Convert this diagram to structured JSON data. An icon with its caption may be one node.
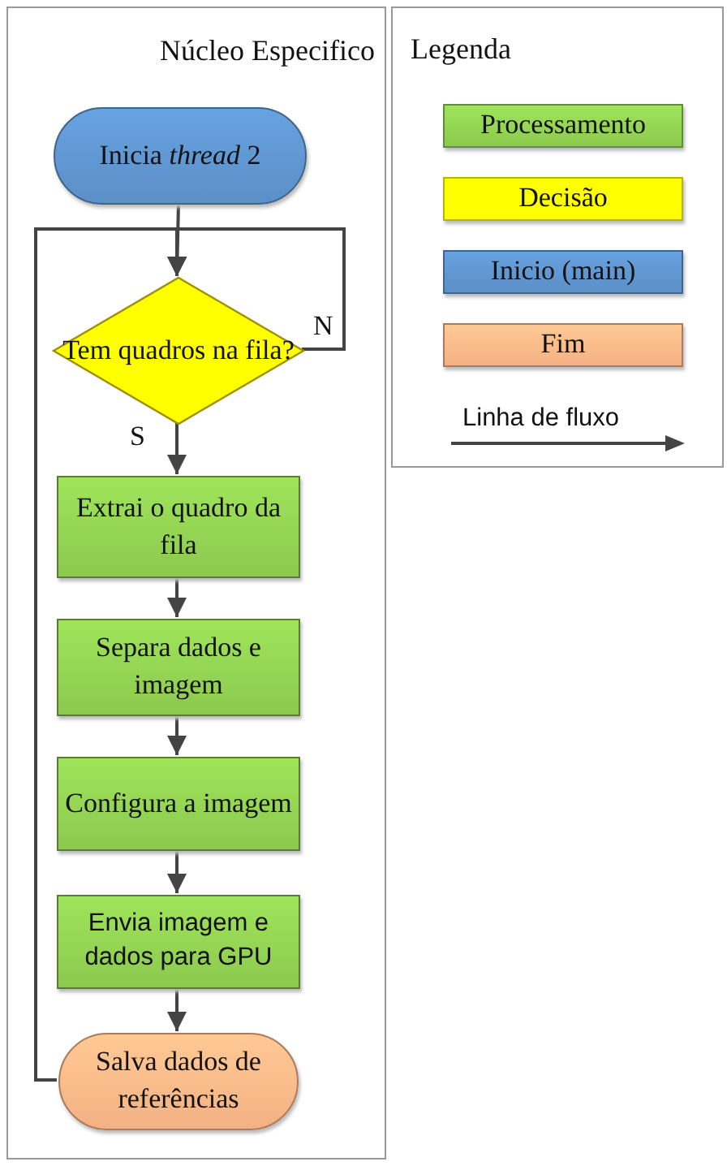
{
  "diagram": {
    "nodes": [
      {
        "text": [
          "Núcleo Especifico"
        ]
      },
      {
        "text": [
          "Inicia *thread* 2"
        ],
        "in": 0
      },
      {
        "text": [
          "Tem quadros na fila?"
        ],
        "in": 0
      },
      {
        "text": [
          "Extrai o quadro da fila"
        ],
        "in": 0
      },
      {
        "text": [
          "Separa dados e imagem"
        ],
        "in": 0
      },
      {
        "text": [
          "Configura a imagem"
        ],
        "in": 0
      },
      {
        "text": [
          "Envia imagem e dados para GPU"
        ],
        "in": 0
      },
      {
        "text": [
          "Salva dados de referências"
        ],
        "in": 0
      }
    ],
    "edges": [
      {
        "from": 1,
        "to": 2,
        "arrow": "to"
      },
      {
        "from": 2,
        "to": 2,
        "arrow": "to",
        "label": "N"
      },
      {
        "from": 2,
        "to": 3,
        "arrow": "to",
        "label": "S"
      },
      {
        "from": 3,
        "to": 4,
        "arrow": "to"
      },
      {
        "from": 4,
        "to": 5,
        "arrow": "to"
      },
      {
        "from": 5,
        "to": 6,
        "arrow": "to"
      },
      {
        "from": 6,
        "to": 7,
        "arrow": "to"
      },
      {
        "from": 7,
        "to": 2,
        "arrow": "to"
      }
    ],
    "labels": [
      "Legenda"
    ],
    "legend": [
      {
        "text": "Processamento",
        "color": "#8cc94f"
      },
      {
        "text": "Decisão",
        "color": "#ffff00"
      },
      {
        "text": "Inicio (main)",
        "color": "#5b8fc7"
      },
      {
        "text": "Fim",
        "color": "#f4b183"
      },
      {
        "text": "Linha de fluxo"
      }
    ]
  }
}
